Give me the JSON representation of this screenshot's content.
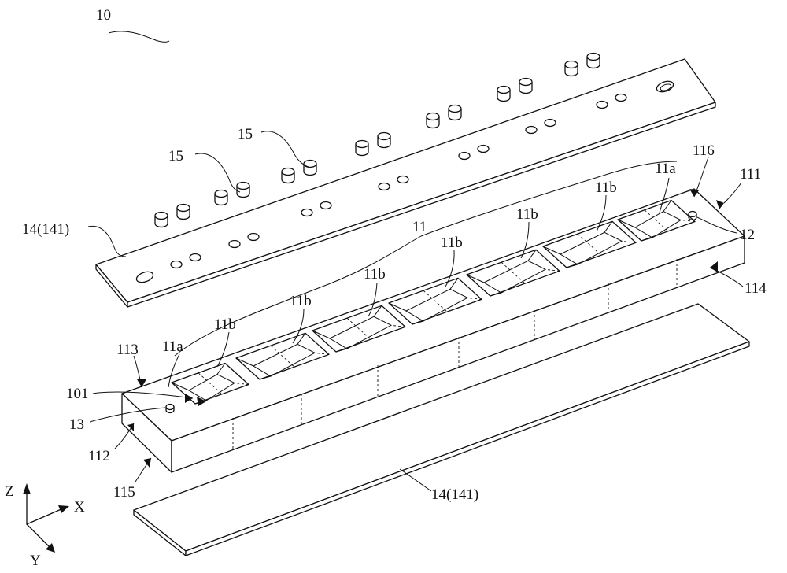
{
  "figure_label": "10",
  "labels": {
    "top_plate": "14(141)",
    "bottom_plate": "14(141)",
    "pin_a": "15",
    "pin_b": "15",
    "cavities": "11",
    "end_cavity_left": "11a",
    "end_cavity_right": "11a",
    "mid_cavity_1": "11b",
    "mid_cavity_2": "11b",
    "mid_cavity_3": "11b",
    "mid_cavity_4": "11b",
    "mid_cavity_5": "11b",
    "mid_cavity_6": "11b",
    "surface_101": "101",
    "hole_12": "12",
    "hole_13": "13",
    "body_111": "111",
    "face_112": "112",
    "face_113": "113",
    "face_114": "114",
    "face_115": "115",
    "face_116": "116"
  },
  "axes": {
    "z": "Z",
    "x": "X",
    "y": "Y"
  }
}
